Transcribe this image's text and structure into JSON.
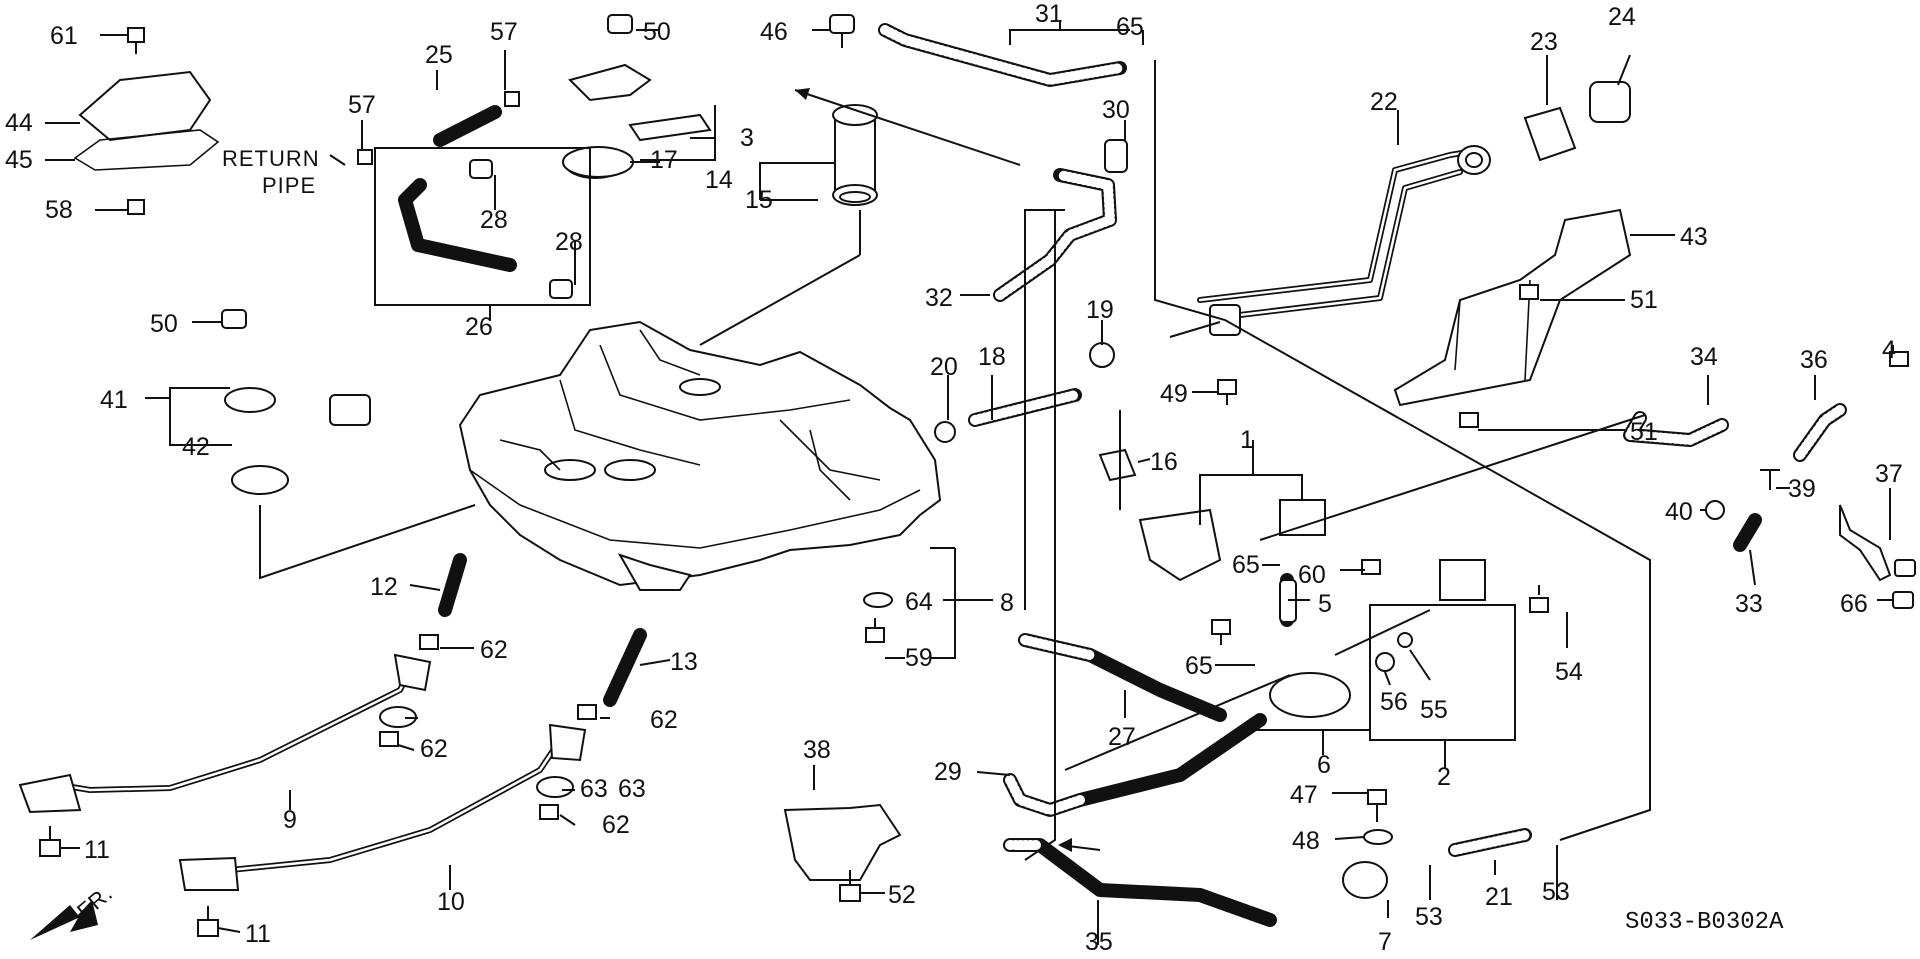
{
  "diagram": {
    "code": "S033-B0302A",
    "return_pipe": [
      "RETURN",
      "PIPE"
    ],
    "front_label": "FR.",
    "callouts": [
      {
        "id": "c61",
        "text": "61"
      },
      {
        "id": "c44",
        "text": "44"
      },
      {
        "id": "c45",
        "text": "45"
      },
      {
        "id": "c58",
        "text": "58"
      },
      {
        "id": "c25",
        "text": "25"
      },
      {
        "id": "c57a",
        "text": "57"
      },
      {
        "id": "c57b",
        "text": "57"
      },
      {
        "id": "c28a",
        "text": "28"
      },
      {
        "id": "c28b",
        "text": "28"
      },
      {
        "id": "c26",
        "text": "26"
      },
      {
        "id": "c50a",
        "text": "50"
      },
      {
        "id": "c3",
        "text": "3"
      },
      {
        "id": "c17",
        "text": "17"
      },
      {
        "id": "c46",
        "text": "46"
      },
      {
        "id": "c14",
        "text": "14"
      },
      {
        "id": "c15",
        "text": "15"
      },
      {
        "id": "c31",
        "text": "31"
      },
      {
        "id": "c65a",
        "text": "65"
      },
      {
        "id": "c30",
        "text": "30"
      },
      {
        "id": "c32",
        "text": "32"
      },
      {
        "id": "c22",
        "text": "22"
      },
      {
        "id": "c23",
        "text": "23"
      },
      {
        "id": "c24",
        "text": "24"
      },
      {
        "id": "c43",
        "text": "43"
      },
      {
        "id": "c51a",
        "text": "51"
      },
      {
        "id": "c51b",
        "text": "51"
      },
      {
        "id": "c50b",
        "text": "50"
      },
      {
        "id": "c41",
        "text": "41"
      },
      {
        "id": "c42",
        "text": "42"
      },
      {
        "id": "c20",
        "text": "20"
      },
      {
        "id": "c18",
        "text": "18"
      },
      {
        "id": "c19",
        "text": "19"
      },
      {
        "id": "c49",
        "text": "49"
      },
      {
        "id": "c16",
        "text": "16"
      },
      {
        "id": "c1",
        "text": "1"
      },
      {
        "id": "c65b",
        "text": "65"
      },
      {
        "id": "c60",
        "text": "60"
      },
      {
        "id": "c5",
        "text": "5"
      },
      {
        "id": "c65c",
        "text": "65"
      },
      {
        "id": "c34",
        "text": "34"
      },
      {
        "id": "c36",
        "text": "36"
      },
      {
        "id": "c4",
        "text": "4"
      },
      {
        "id": "c39",
        "text": "39"
      },
      {
        "id": "c40",
        "text": "40"
      },
      {
        "id": "c37",
        "text": "37"
      },
      {
        "id": "c33",
        "text": "33"
      },
      {
        "id": "c66",
        "text": "66"
      },
      {
        "id": "c12",
        "text": "12"
      },
      {
        "id": "c64",
        "text": "64"
      },
      {
        "id": "c8",
        "text": "8"
      },
      {
        "id": "c59",
        "text": "59"
      },
      {
        "id": "c62a",
        "text": "62"
      },
      {
        "id": "c13",
        "text": "13"
      },
      {
        "id": "c63a",
        "text": "63"
      },
      {
        "id": "c62b",
        "text": "62"
      },
      {
        "id": "c62c",
        "text": "62"
      },
      {
        "id": "c63b",
        "text": "63"
      },
      {
        "id": "c62d",
        "text": "62"
      },
      {
        "id": "c9",
        "text": "9"
      },
      {
        "id": "c11a",
        "text": "11"
      },
      {
        "id": "c10",
        "text": "10"
      },
      {
        "id": "c11b",
        "text": "11"
      },
      {
        "id": "c38",
        "text": "38"
      },
      {
        "id": "c52",
        "text": "52"
      },
      {
        "id": "c29",
        "text": "29"
      },
      {
        "id": "c27",
        "text": "27"
      },
      {
        "id": "c35",
        "text": "35"
      },
      {
        "id": "c6",
        "text": "6"
      },
      {
        "id": "c2",
        "text": "2"
      },
      {
        "id": "c56",
        "text": "56"
      },
      {
        "id": "c55",
        "text": "55"
      },
      {
        "id": "c54",
        "text": "54"
      },
      {
        "id": "c47",
        "text": "47"
      },
      {
        "id": "c48",
        "text": "48"
      },
      {
        "id": "c7",
        "text": "7"
      },
      {
        "id": "c53a",
        "text": "53"
      },
      {
        "id": "c21",
        "text": "21"
      },
      {
        "id": "c53b",
        "text": "53"
      }
    ]
  }
}
